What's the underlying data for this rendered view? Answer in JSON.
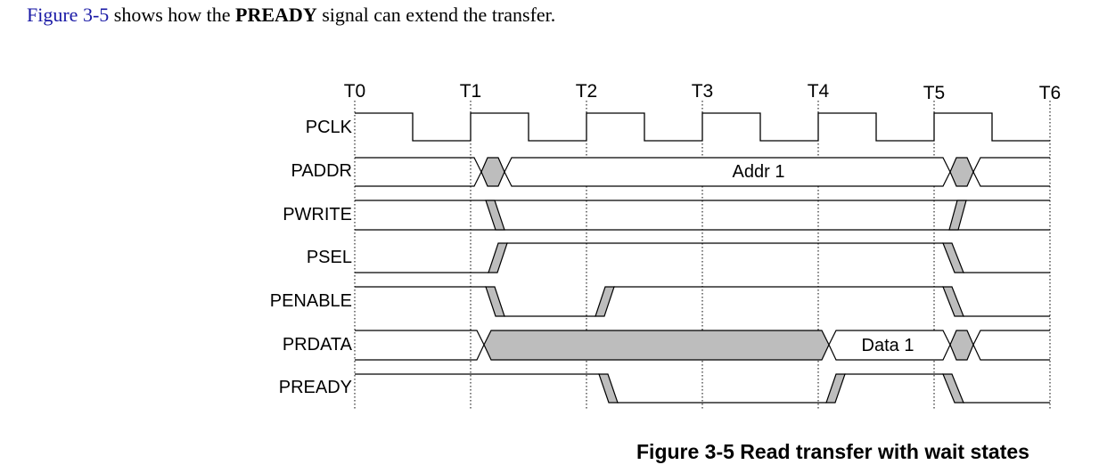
{
  "intro": {
    "figure_ref": "Figure 3-5",
    "text_before_signal": " shows how the ",
    "signal": "PREADY",
    "text_after_signal": " signal can extend the transfer."
  },
  "diagram": {
    "time_labels": [
      "T0",
      "T1",
      "T2",
      "T3",
      "T4",
      "T5",
      "T6"
    ],
    "signals": [
      {
        "key": "pclk",
        "label": "PCLK"
      },
      {
        "key": "paddr",
        "label": "PADDR",
        "value_label": "Addr 1"
      },
      {
        "key": "pwrite",
        "label": "PWRITE"
      },
      {
        "key": "psel",
        "label": "PSEL"
      },
      {
        "key": "penable",
        "label": "PENABLE"
      },
      {
        "key": "prdata",
        "label": "PRDATA",
        "value_label": "Data 1"
      },
      {
        "key": "pready",
        "label": "PREADY"
      }
    ]
  },
  "caption": "Figure 3-5 Read transfer with wait states",
  "colors": {
    "link": "#1a1aa6",
    "line": "#000000",
    "transition_fill": "#bdbdbd",
    "grid": "#000000"
  }
}
